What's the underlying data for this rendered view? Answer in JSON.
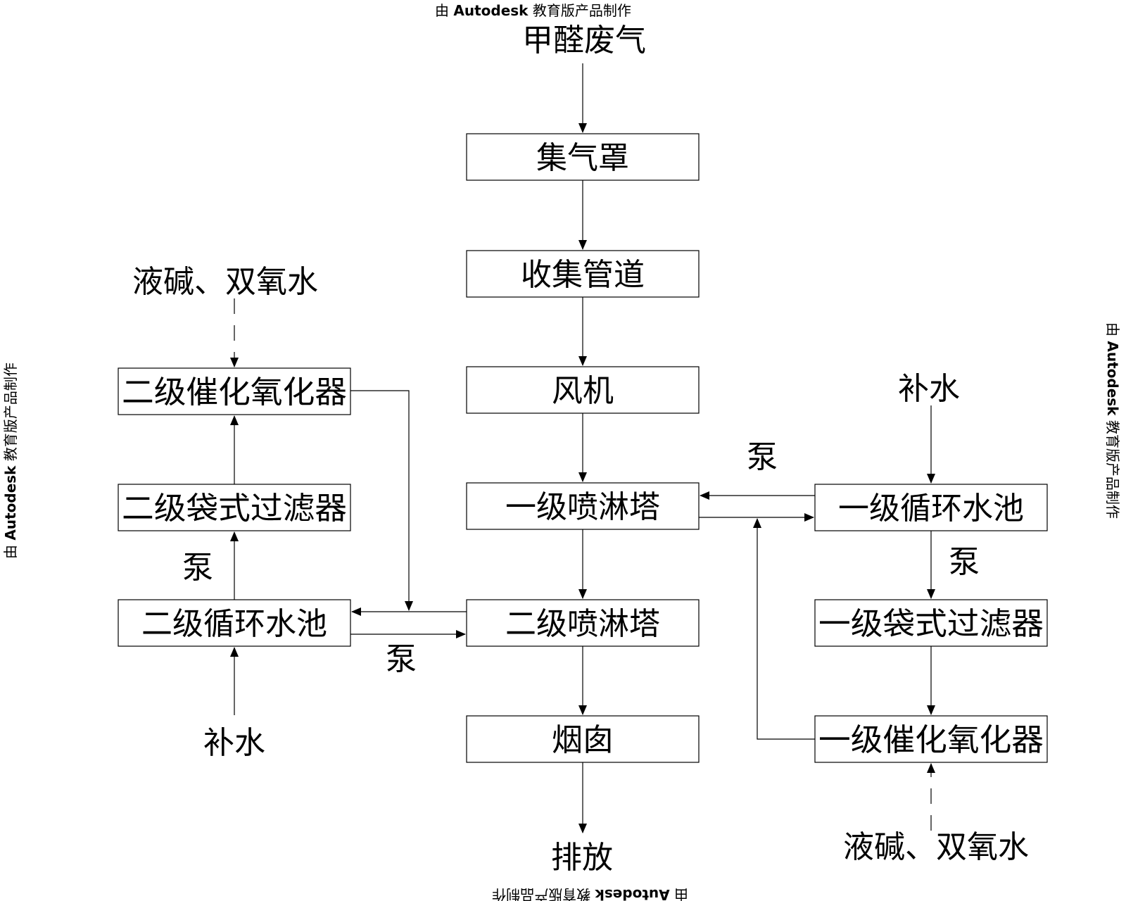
{
  "watermark": {
    "prefix": "由 ",
    "brand": "Autodesk",
    "suffix": " 教育版产品制作"
  },
  "labels": {
    "input_gas": "甲醛废气",
    "chem_left": "液碱、双氧水",
    "chem_right": "液碱、双氧水",
    "water_right": "补水",
    "water_left": "补水",
    "pump_top_right": "泵",
    "pump_right": "泵",
    "pump_left": "泵",
    "pump_bottom_left": "泵",
    "discharge": "排放"
  },
  "boxes": {
    "hood": "集气罩",
    "duct": "收集管道",
    "fan": "风机",
    "tower1": "一级喷淋塔",
    "tower2": "二级喷淋塔",
    "chimney": "烟囱",
    "oxidizer2": "二级催化氧化器",
    "filter2": "二级袋式过滤器",
    "pool2": "二级循环水池",
    "pool1": "一级循环水池",
    "filter1": "一级袋式过滤器",
    "oxidizer1": "一级催化氧化器"
  }
}
